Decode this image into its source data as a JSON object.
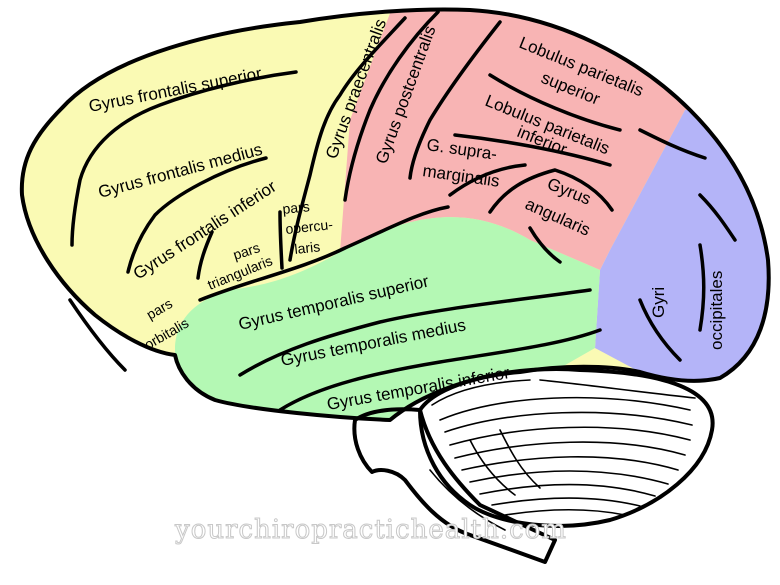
{
  "colors": {
    "frontal": "#fafab4",
    "parietal": "#f8b4b4",
    "temporal": "#b4f8b4",
    "occipital": "#b4b4f8",
    "cerebellum": "#ffffff"
  },
  "labels": {
    "frontalis_superior": "Gyrus frontalis superior",
    "frontalis_medius": "Gyrus frontalis medius",
    "frontalis_inferior": "Gyrus frontalis inferior",
    "praecentralis": "Gyrus praecentralis",
    "postcentralis": "Gyrus postcentralis",
    "lobulus_sup_1": "Lobulus parietalis",
    "lobulus_sup_2": "superior",
    "lobulus_inf_1": "Lobulus parietalis",
    "lobulus_inf_2": "inferior",
    "supra_1": "G. supra-",
    "supra_2": "marginalis",
    "angularis_1": "Gyrus",
    "angularis_2": "angularis",
    "pars_op_1": "pars",
    "pars_op_2": "opercu-",
    "pars_op_3": "laris",
    "pars_tri_1": "pars",
    "pars_tri_2": "triangularis",
    "pars_orb_1": "pars",
    "pars_orb_2": "orbitalis",
    "temp_sup": "Gyrus temporalis superior",
    "temp_med": "Gyrus temporalis medius",
    "temp_inf": "Gyrus temporalis inferior",
    "occ_1": "Gyri",
    "occ_2": "occipitales"
  },
  "watermark": "yourchiropractichealth.com"
}
